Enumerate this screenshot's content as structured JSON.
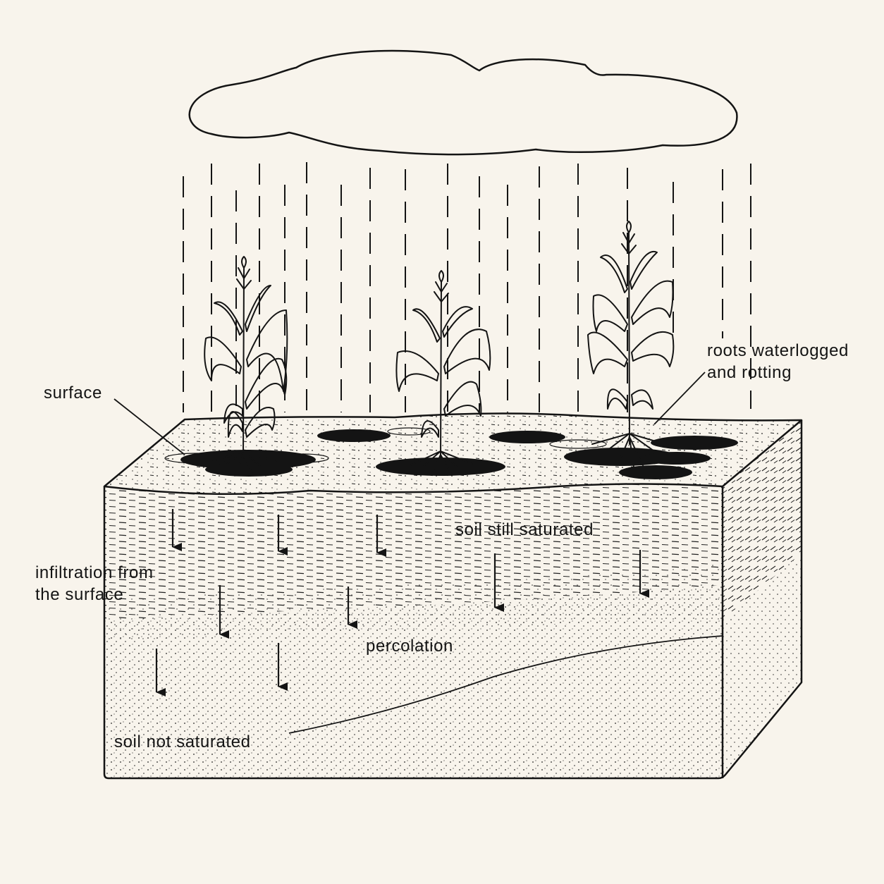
{
  "labels": {
    "surface": "surface",
    "roots": [
      "roots waterlogged",
      "and rotting"
    ],
    "saturated": "soil still saturated",
    "infiltration": [
      "infiltration from",
      "the surface"
    ],
    "percolation": "percolation",
    "not_saturated": "soil not saturated"
  },
  "colors": {
    "ink": "#141414",
    "paper": "#f8f4ec"
  }
}
